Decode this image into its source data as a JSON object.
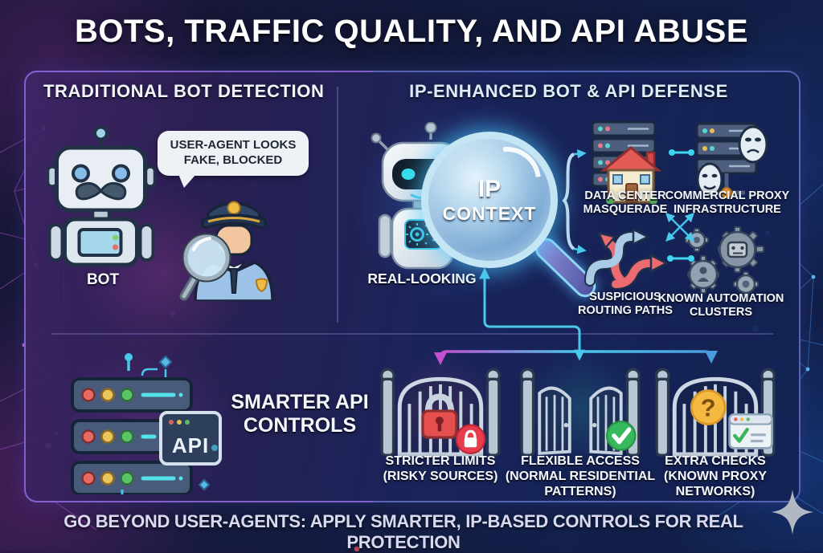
{
  "title": "BOTS, TRAFFIC QUALITY, AND API ABUSE",
  "panels": {
    "traditional": {
      "header": "TRADITIONAL BOT DETECTION",
      "bot_label": "BOT",
      "speech_bubble": "USER-AGENT LOOKS FAKE, BLOCKED",
      "bot_icon": "mustache-bot-icon",
      "inspector_icon": "police-officer-magnifier-icon"
    },
    "ip_enhanced": {
      "header": "IP-ENHANCED BOT & API DEFENSE",
      "robot_label": "REAL-LOOKING",
      "robot_icon": "friendly-robot-icon",
      "magnifier": {
        "icon": "ip-context-magnifier-icon",
        "line1": "IP",
        "line2": "CONTEXT"
      },
      "signals": [
        {
          "label": "DATA CENTER MASQUERADE",
          "icon": "server-house-icon"
        },
        {
          "label": "COMMERCIAL PROXY INFRASTRUCTURE",
          "icon": "server-masks-icon"
        },
        {
          "label": "SUSPICIOUS ROUTING PATHS",
          "icon": "crossing-arrows-icon"
        },
        {
          "label": "KNOWN AUTOMATION CLUSTERS",
          "icon": "gear-cluster-icon"
        }
      ]
    },
    "api_controls": {
      "heading": "SMARTER API CONTROLS",
      "api_badge": "API",
      "server_icon": "api-server-stack-icon",
      "gates": [
        {
          "label": "STRICTER LIMITS (RISKY SOURCES)",
          "state": "locked",
          "icon": "locked-gate-icon",
          "badge_icon": "red-lock-badge"
        },
        {
          "label": "FLEXIBLE ACCESS (NORMAL RESIDENTIAL PATTERNS)",
          "state": "open",
          "icon": "open-gate-icon",
          "badge_icon": "green-check-badge"
        },
        {
          "label": "EXTRA CHECKS (KNOWN PROXY NETWORKS)",
          "state": "review",
          "icon": "question-gate-icon",
          "badge_icon": "orange-question-badge",
          "badge_glyph": "?"
        }
      ]
    }
  },
  "footer": {
    "tagline": "GO BEYOND USER-AGENTS: APPLY SMARTER, IP-BASED CONTROLS FOR REAL PROTECTION",
    "sparkle_icon": "four-point-star-icon"
  },
  "colors": {
    "background": "#141a3c",
    "panel_border": "#606ec3",
    "accent_cyan": "#49c8ea",
    "accent_purple": "#c44fd0",
    "danger_red": "#e8404d",
    "success_green": "#35b95c",
    "warning_orange": "#f5b942"
  }
}
